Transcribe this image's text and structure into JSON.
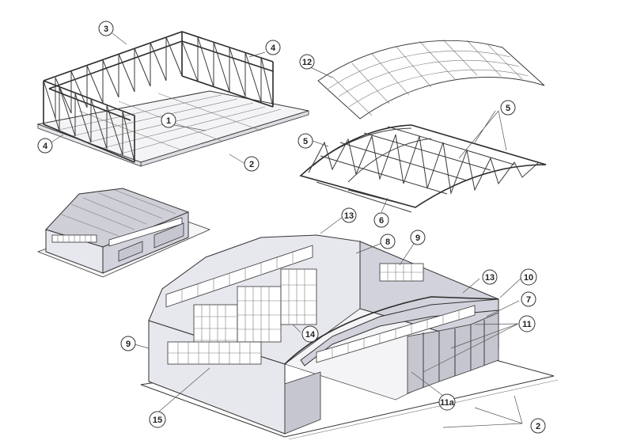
{
  "labels": {
    "l1": "1",
    "l2a": "2",
    "l2b": "2",
    "l3": "3",
    "l4a": "4",
    "l4b": "4",
    "l5a": "5",
    "l5b": "5",
    "l6": "6",
    "l7": "7",
    "l8": "8",
    "l9a": "9",
    "l9b": "9",
    "l10": "10",
    "l11": "11",
    "l11a": "11a",
    "l12": "12",
    "l13a": "13",
    "l13b": "13",
    "l14": "14",
    "l15": "15"
  }
}
